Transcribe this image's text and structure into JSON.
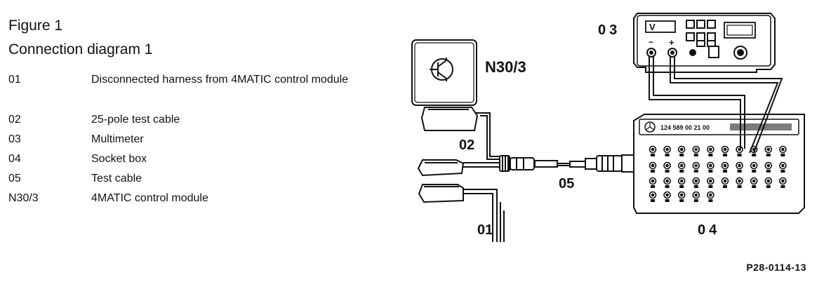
{
  "figure": {
    "title": "Figure 1",
    "subtitle": "Connection diagram 1"
  },
  "legend": [
    {
      "code": "01",
      "desc": "Disconnected harness from 4MATIC control module"
    },
    {
      "code": "02",
      "desc": "25-pole test cable"
    },
    {
      "code": "03",
      "desc": "Multimeter"
    },
    {
      "code": "04",
      "desc": "Socket box"
    },
    {
      "code": "05",
      "desc": "Test cable"
    },
    {
      "code": "N30/3",
      "desc": "4MATIC control module"
    }
  ],
  "labels": {
    "n30_3": "N30/3",
    "c01": "01",
    "c02": "02",
    "c03": "03",
    "c04": "04",
    "c05": "05"
  },
  "multimeter": {
    "display_letter": "V",
    "minus": "−",
    "plus": "+"
  },
  "socket_box": {
    "part_number": "124 589 00 21 00"
  },
  "reference": "P28-0114-13"
}
